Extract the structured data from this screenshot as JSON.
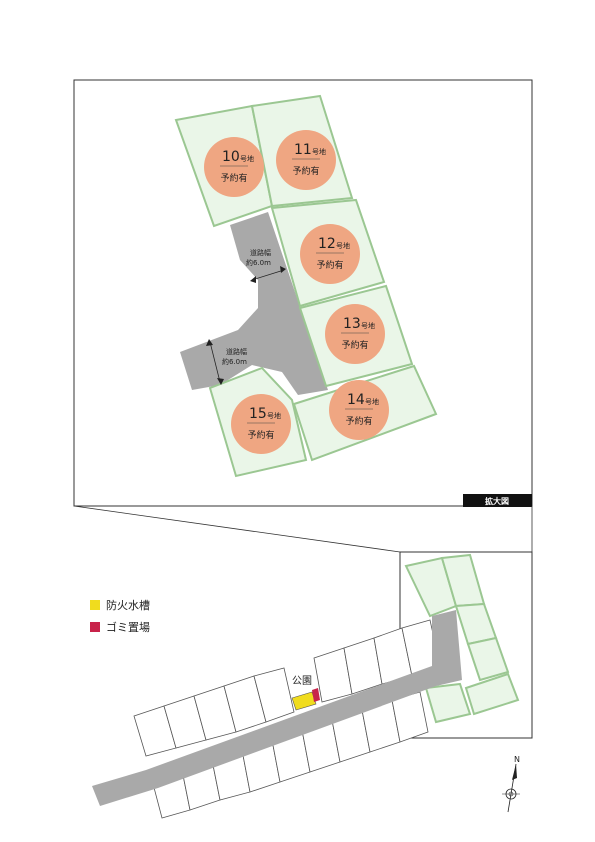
{
  "enlarged_view": {
    "label": "拡大図",
    "road_width_label_1": "道路幅",
    "road_width_value_1": "約6.0m",
    "road_width_label_2": "道路幅",
    "road_width_value_2": "約6.0m",
    "lots": [
      {
        "number": "10",
        "suffix": "号地",
        "status": "予約有"
      },
      {
        "number": "11",
        "suffix": "号地",
        "status": "予約有"
      },
      {
        "number": "12",
        "suffix": "号地",
        "status": "予約有"
      },
      {
        "number": "13",
        "suffix": "号地",
        "status": "予約有"
      },
      {
        "number": "14",
        "suffix": "号地",
        "status": "予約有"
      },
      {
        "number": "15",
        "suffix": "号地",
        "status": "予約有"
      }
    ]
  },
  "legend": {
    "items": [
      {
        "label": "防火水槽",
        "color": "#f0dc1e"
      },
      {
        "label": "ゴミ置場",
        "color": "#c8234a"
      }
    ]
  },
  "site_plan": {
    "park_label": "公園"
  },
  "compass": {
    "north": "N"
  },
  "colors": {
    "lot_fill": "#eaf6e8",
    "lot_border": "#9bc792",
    "road": "#a9a9a9",
    "badge": "#efa682"
  }
}
